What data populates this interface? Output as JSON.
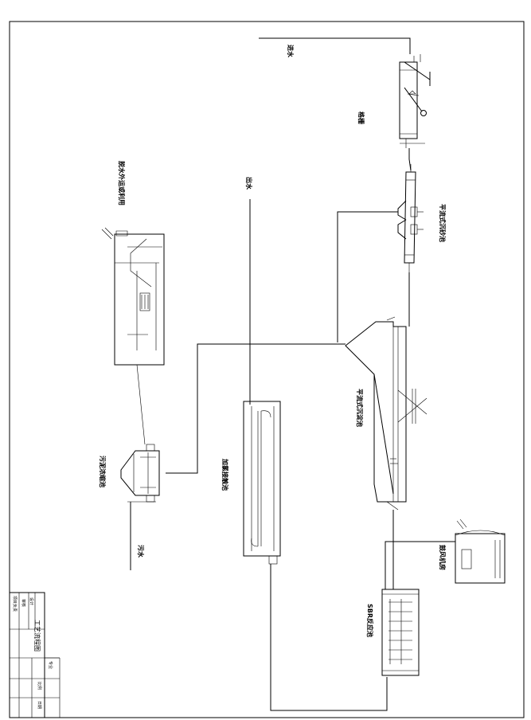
{
  "drawing": {
    "labels": {
      "inlet": "进水",
      "screen": "格栅",
      "grit_chamber": "平流式沉砂池",
      "sedimentation": "平流式沉淀池",
      "effluent": "出水",
      "chlorine_contact": "加氯接触池",
      "sludge_disposal": "脱水外运或利用",
      "sludge_thickener": "污泥浓缩池",
      "sludge": "污水",
      "blower_room": "鼓风机房",
      "sbr": "SBR反应池"
    },
    "title_block": {
      "drawing_title": "工艺流程图",
      "design": "设计",
      "check": "审核",
      "project_leader": "项目负责",
      "discipline": "专业",
      "scale": "比例",
      "date": "日期"
    }
  }
}
